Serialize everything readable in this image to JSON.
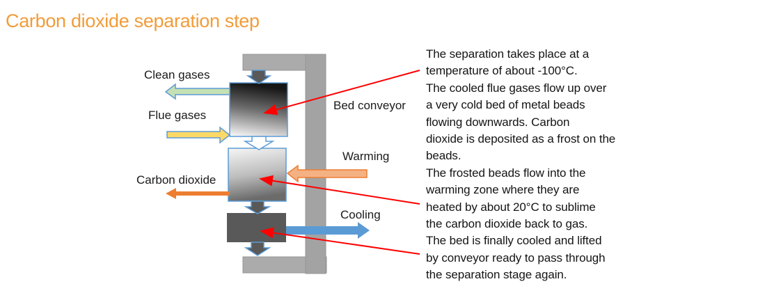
{
  "title": "Carbon dioxide separation step",
  "colors": {
    "title_orange": "#F29C38",
    "annotation_red": "#FF0000",
    "frame_gray": "#ABABAB",
    "frame_gray_dark": "#A3A3A3",
    "dark_gray": "#595959",
    "steel_blue": "#5B9BD5",
    "clean_gases_green": "#C5E0B4",
    "flue_gases_yellow": "#FFD966",
    "co2_orange": "#ED7D31",
    "warming_peach": "#F4B183",
    "cooling_blue": "#5B9BD5"
  },
  "diagram": {
    "labels": {
      "clean_gases": "Clean gases",
      "flue_gases": "Flue gases",
      "carbon_dioxide": "Carbon dioxide",
      "bed_conveyor": "Bed conveyor",
      "warming": "Warming",
      "cooling": "Cooling"
    }
  },
  "description": {
    "text": "The separation takes place at a\ntemperature of about -100°C.\nThe cooled flue gases flow up over\na very cold bed of metal beads\nflowing downwards. Carbon\ndioxide is deposited as a frost on the\nbeads.\nThe frosted beads flow into the\nwarming zone where they are\nheated by about 20°C to sublime\nthe carbon dioxide back to gas.\nThe bed is finally cooled and lifted\nby conveyor ready to pass through\nthe separation stage again."
  }
}
